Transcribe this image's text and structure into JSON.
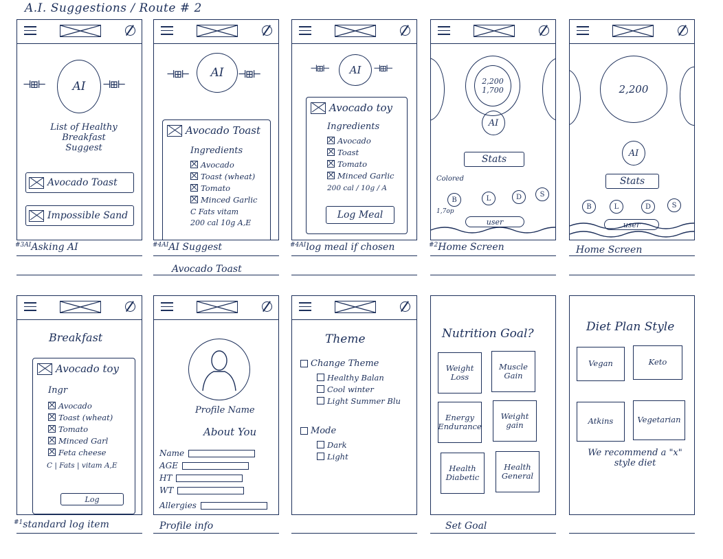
{
  "page_title": "A.I. Suggestions / Route # 2",
  "screens": {
    "s1": {
      "ai": "AI",
      "suggest_text": "List of Healthy Breakfast Suggest",
      "btn1": "Avocado Toast",
      "btn2": "Impossible Sand",
      "caption": "Asking AI",
      "tag": "#3AI"
    },
    "s2": {
      "ai": "AI",
      "card_title": "Avocado Toast",
      "ingredients_label": "Ingredients",
      "items": [
        "Avocado",
        "Toast (wheat)",
        "Tomato",
        "Minced Garlic"
      ],
      "extra_line1": "C   Fats  vitam",
      "extra_line2": "200 cal 10g   A,E",
      "caption1": "AI Suggest",
      "caption2": "Avocado Toast",
      "tag": "#4AI"
    },
    "s3": {
      "ai": "AI",
      "card_title": "Avocado toy",
      "ingredients_label": "Ingredients",
      "items": [
        "Avocado",
        "Toast",
        "Tomato",
        "Minced Garlic"
      ],
      "extra_line": "200 cal / 10g / A",
      "log_btn": "Log Meal",
      "caption": "log meal if chosen",
      "tag": "#4AI"
    },
    "s4": {
      "ring_value": "2,200",
      "ring_sub": "1,700",
      "ai": "AI",
      "stats_btn": "Stats",
      "colored_label": "Colored",
      "stat_icons": [
        "B",
        "L",
        "D",
        "S"
      ],
      "top_label": "1,7op",
      "bottom_pill": "user",
      "caption": "Home Screen",
      "tag": "#2"
    },
    "s5": {
      "ring_value": "2,200",
      "ai": "AI",
      "stats_btn": "Stats",
      "stat_icons": [
        "B",
        "L",
        "D",
        "S"
      ],
      "bottom_pill": "user",
      "caption": "Home Screen"
    },
    "s6": {
      "heading": "Breakfast",
      "card_title": "Avocado toy",
      "ingredients_label": "Ingr",
      "items": [
        "Avocado",
        "Toast (wheat)",
        "Tomato",
        "Minced Garl",
        "Feta cheese"
      ],
      "extra_line": "C  | Fats | vitam  A,E",
      "log_btn": "Log",
      "caption": "standard log item",
      "tag": "#1"
    },
    "s7": {
      "profile_name": "Profile Name",
      "about": "About You",
      "fields": [
        "Name",
        "AGE",
        "HT",
        "WT"
      ],
      "allergy": "Allergies",
      "caption": "Profile info"
    },
    "s8": {
      "heading": "Theme",
      "change_theme": "Change Theme",
      "theme_options": [
        "Healthy Balan",
        "Cool winter",
        "Light Summer Blu"
      ],
      "mode": "Mode",
      "mode_options": [
        "Dark",
        "Light"
      ]
    },
    "s9": {
      "heading": "Nutrition Goal?",
      "goals": [
        "Weight Loss",
        "Muscle Gain",
        "Energy Endurance",
        "Weight gain",
        "Health Diabetic",
        "Health General"
      ],
      "caption": "Set Goal"
    },
    "s10": {
      "heading": "Diet Plan Style",
      "styles": [
        "Vegan",
        "Keto",
        "Atkins",
        "Vegetarian"
      ],
      "recommend": "We recommend a \"x\" style diet"
    }
  }
}
